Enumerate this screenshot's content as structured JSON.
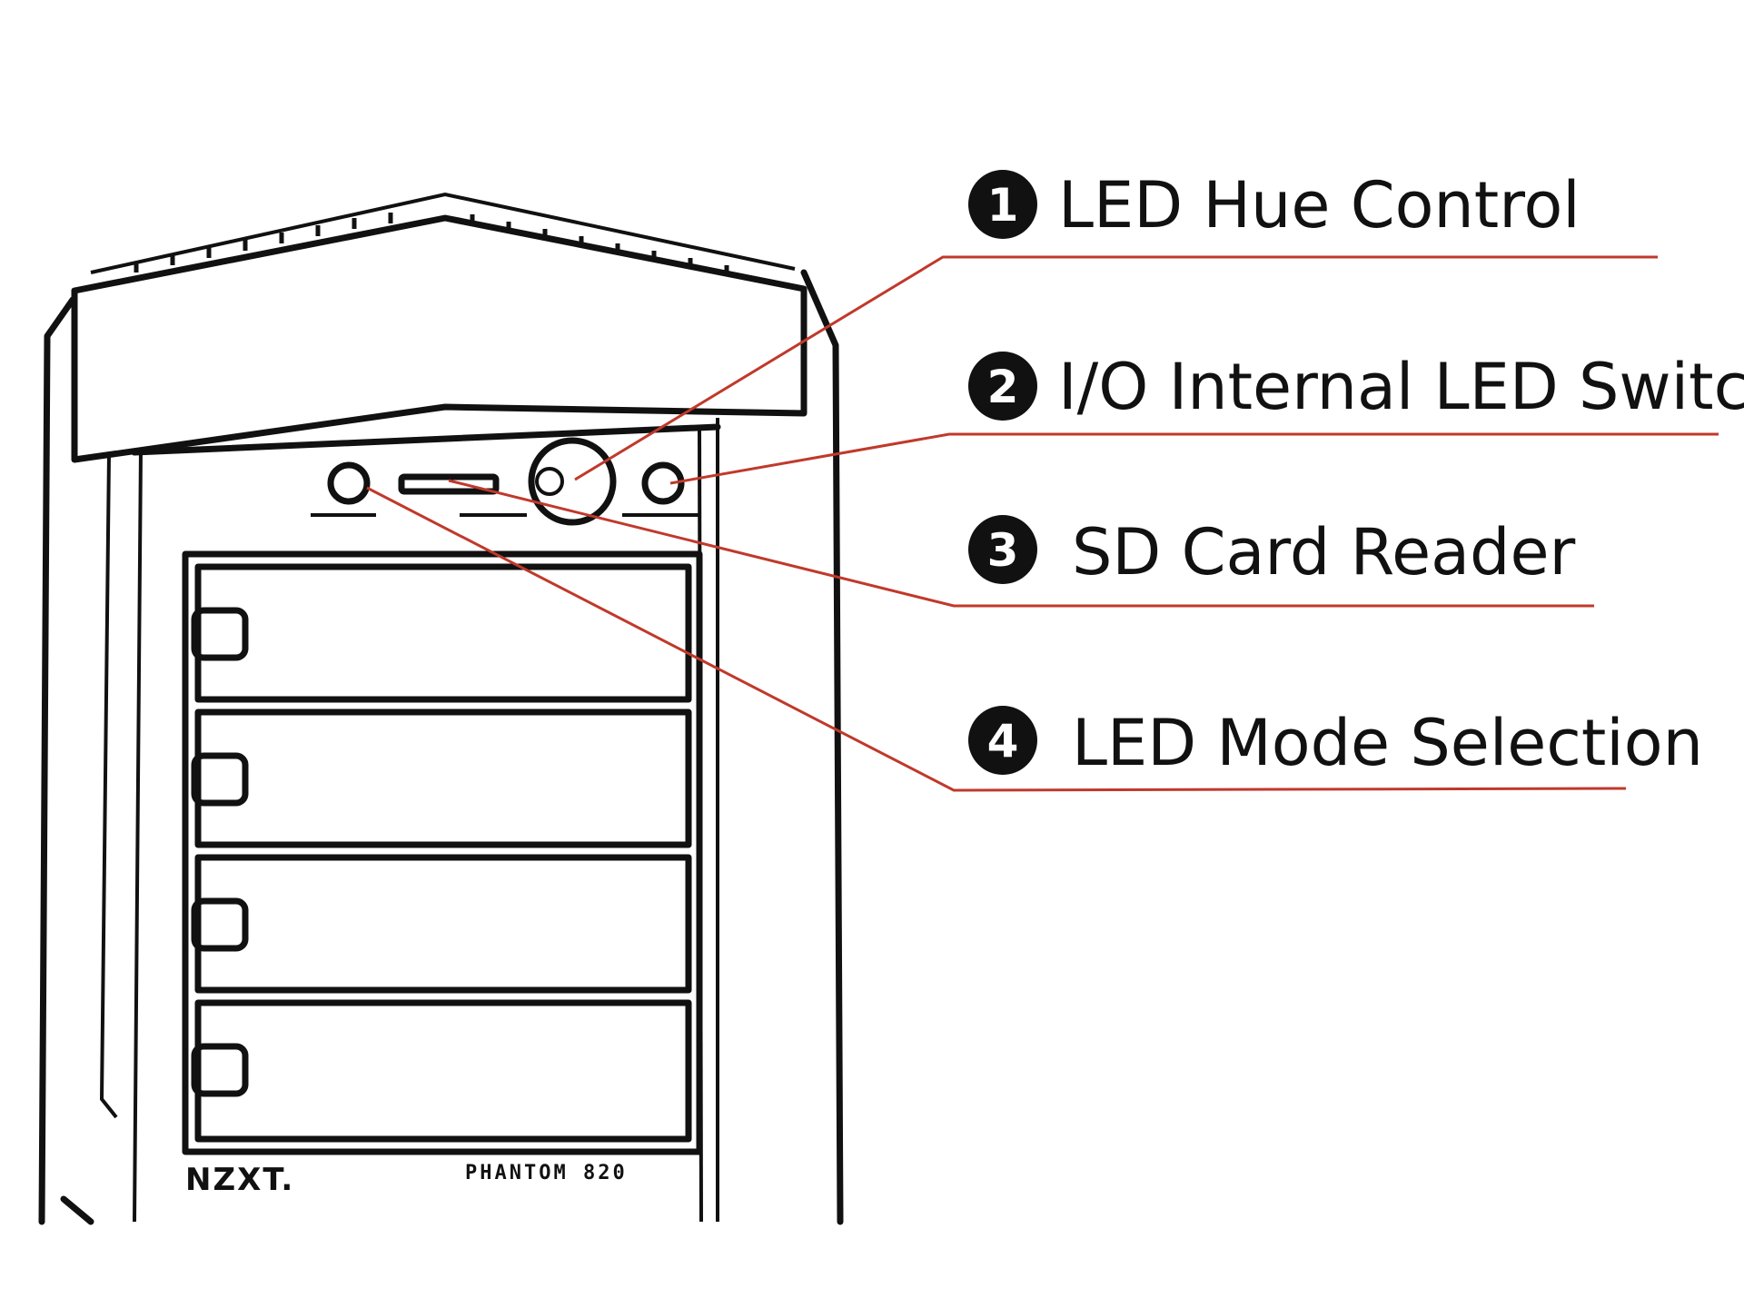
{
  "callouts": [
    {
      "number": "1",
      "label": "LED Hue Control"
    },
    {
      "number": "2",
      "label": "I/O Internal LED Switch"
    },
    {
      "number": "3",
      "label": "SD Card Reader"
    },
    {
      "number": "4",
      "label": "LED Mode Selection"
    }
  ],
  "case": {
    "brand": "NZXT.",
    "model": "PHANTOM 820"
  },
  "colors": {
    "leader_line": "#c0392b",
    "line_art": "#111111",
    "background": "#ffffff"
  }
}
